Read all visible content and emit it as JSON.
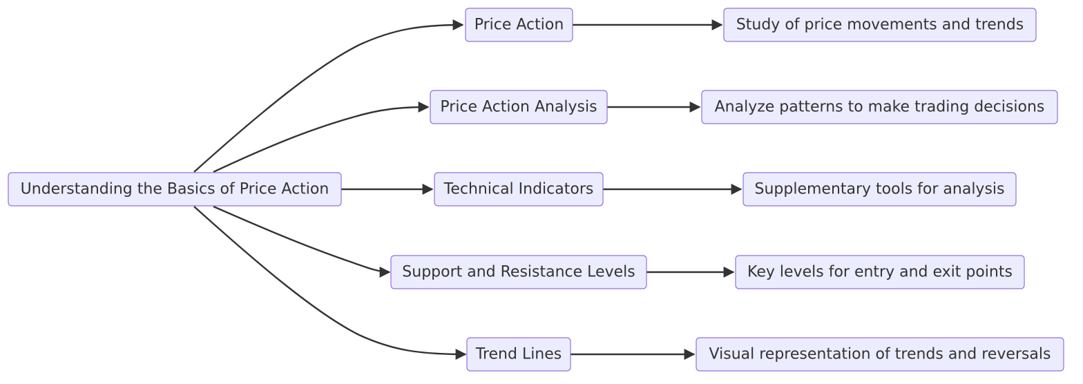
{
  "diagram": {
    "type": "flowchart",
    "direction": "left-to-right",
    "root": {
      "id": "root",
      "label": "Understanding the Basics of Price Action"
    },
    "branches": [
      {
        "id": "a",
        "label": "Price Action",
        "detail": {
          "id": "a2",
          "label": "Study of price movements and trends"
        }
      },
      {
        "id": "b",
        "label": "Price Action Analysis",
        "detail": {
          "id": "b2",
          "label": "Analyze patterns to make trading decisions"
        }
      },
      {
        "id": "c",
        "label": "Technical Indicators",
        "detail": {
          "id": "c2",
          "label": "Supplementary tools for analysis"
        }
      },
      {
        "id": "d",
        "label": "Support and Resistance Levels",
        "detail": {
          "id": "d2",
          "label": "Key levels for entry and exit points"
        }
      },
      {
        "id": "e",
        "label": "Trend Lines",
        "detail": {
          "id": "e2",
          "label": "Visual representation of trends and reversals"
        }
      }
    ],
    "colors": {
      "node_fill": "#ececff",
      "node_border": "#9370db",
      "edge": "#333333",
      "text": "#333333"
    }
  }
}
